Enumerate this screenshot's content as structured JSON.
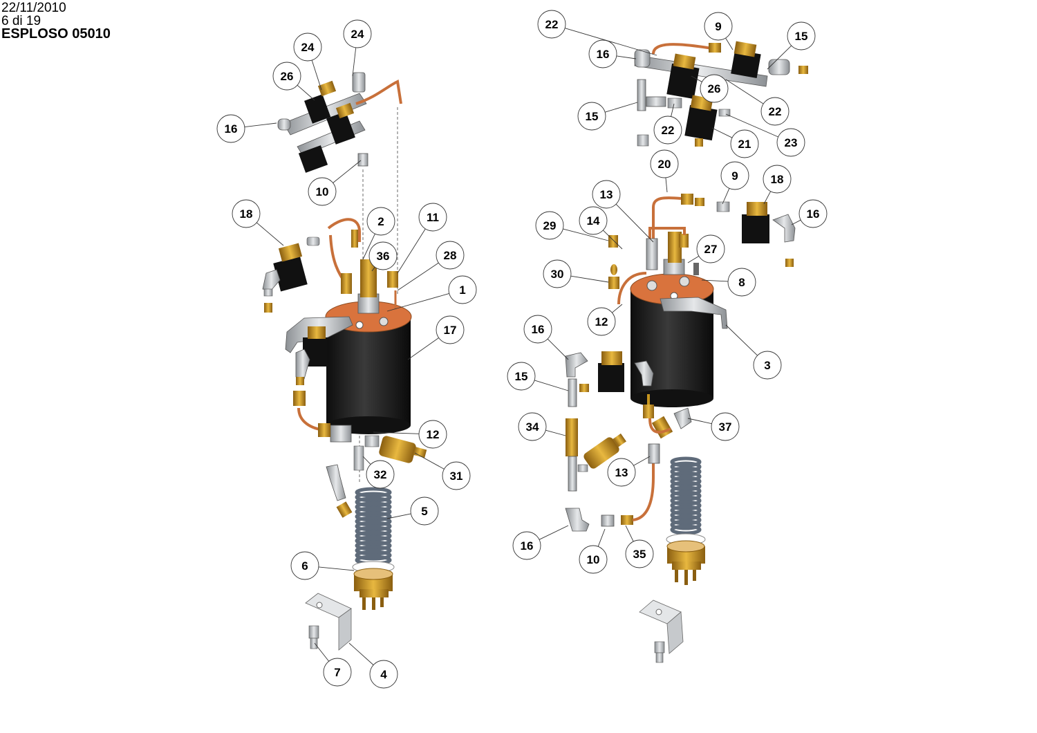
{
  "header": {
    "date": "22/11/2010",
    "page": "6 di 19",
    "title": "ESPLOSO 05010"
  },
  "left_assembly": {
    "callouts": [
      "24",
      "24",
      "26",
      "16",
      "10",
      "18",
      "2",
      "11",
      "36",
      "28",
      "1",
      "17",
      "12",
      "31",
      "32",
      "5",
      "6",
      "7",
      "4"
    ]
  },
  "right_assembly": {
    "callouts": [
      "22",
      "9",
      "15",
      "16",
      "26",
      "22",
      "15",
      "22",
      "21",
      "23",
      "20",
      "9",
      "18",
      "16",
      "13",
      "29",
      "14",
      "27",
      "30",
      "8",
      "12",
      "3",
      "16",
      "15",
      "34",
      "37",
      "13",
      "16",
      "10",
      "35"
    ]
  },
  "colors": {
    "copper": "#c8703a",
    "brass": "#c8961e",
    "body": "#1a1a1a",
    "steel": "#b9bcc0",
    "coil": "#5f6b7a",
    "flange": "#d9733d"
  }
}
